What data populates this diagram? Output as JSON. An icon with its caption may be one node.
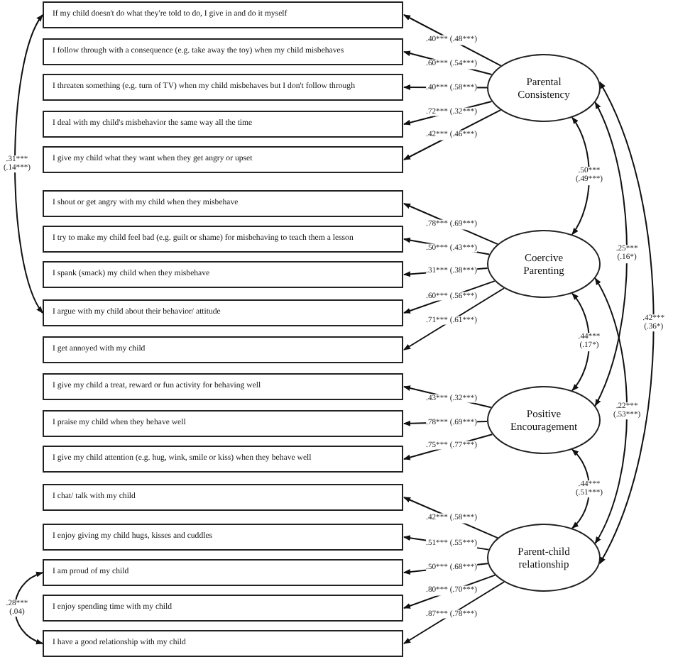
{
  "diagram": {
    "nodes": [
      {
        "text": [
          "If my child doesn't do what they're told to do, I give in and do it myself"
        ]
      },
      {
        "text": [
          "I follow through with a consequence (e.g. take away the toy) when my child misbehaves"
        ]
      },
      {
        "text": [
          "I threaten something (e.g. turn of TV) when my child misbehaves but I don't follow through"
        ]
      },
      {
        "text": [
          "I deal with my child's misbehavior the same way all the time"
        ]
      },
      {
        "text": [
          "I give my child what they want when they get angry or upset"
        ]
      },
      {
        "text": [
          "I shout or get angry with my child when they misbehave"
        ]
      },
      {
        "text": [
          "I try to make my child feel bad (e.g. guilt or shame) for misbehaving to teach them a lesson"
        ]
      },
      {
        "text": [
          "I spank (smack) my child when they misbehave"
        ]
      },
      {
        "text": [
          "I argue with my child about their behavior/ attitude"
        ]
      },
      {
        "text": [
          "I get annoyed with my child"
        ]
      },
      {
        "text": [
          "I give my child a treat, reward or fun activity for behaving well"
        ]
      },
      {
        "text": [
          "I praise my child when they behave well"
        ]
      },
      {
        "text": [
          "I give my child attention (e.g. hug, wink, smile or kiss) when they behave well"
        ]
      },
      {
        "text": [
          "I chat/ talk with my child"
        ]
      },
      {
        "text": [
          "I enjoy giving my child hugs, kisses and cuddles"
        ]
      },
      {
        "text": [
          "I am proud of my child"
        ]
      },
      {
        "text": [
          "I enjoy spending time with my child"
        ]
      },
      {
        "text": [
          "I have a good relationship with my child"
        ]
      },
      {
        "text": [
          "Parental Consistency"
        ]
      },
      {
        "text": [
          "Coercive Parenting"
        ]
      },
      {
        "text": [
          "Positive Encouragement"
        ]
      },
      {
        "text": [
          "Parent-child relationship"
        ]
      }
    ],
    "edges": [
      {
        "from": 18,
        "to": 0,
        "arrow": "to",
        "label": ".40*** (.48***)"
      },
      {
        "from": 18,
        "to": 1,
        "arrow": "to",
        "label": ".60*** (.54***)"
      },
      {
        "from": 18,
        "to": 2,
        "arrow": "to",
        "label": ".40*** (.58***)"
      },
      {
        "from": 18,
        "to": 3,
        "arrow": "to",
        "label": ".72*** (.32***)"
      },
      {
        "from": 18,
        "to": 4,
        "arrow": "to",
        "label": ".42*** (.46***)"
      },
      {
        "from": 19,
        "to": 5,
        "arrow": "to",
        "label": ".78*** (.69***)"
      },
      {
        "from": 19,
        "to": 6,
        "arrow": "to",
        "label": ".50*** (.43***)"
      },
      {
        "from": 19,
        "to": 7,
        "arrow": "to",
        "label": ".31*** (.38***)"
      },
      {
        "from": 19,
        "to": 8,
        "arrow": "to",
        "label": ".60*** (.56***)"
      },
      {
        "from": 19,
        "to": 9,
        "arrow": "to",
        "label": ".71*** (.61***)"
      },
      {
        "from": 20,
        "to": 10,
        "arrow": "to",
        "label": ".43*** (.32***)"
      },
      {
        "from": 20,
        "to": 11,
        "arrow": "to",
        "label": ".78*** (.69***)"
      },
      {
        "from": 20,
        "to": 12,
        "arrow": "to",
        "label": ".75*** (.77***)"
      },
      {
        "from": 21,
        "to": 13,
        "arrow": "to",
        "label": ".42*** (.58***)"
      },
      {
        "from": 21,
        "to": 14,
        "arrow": "to",
        "label": ".51*** (.55***)"
      },
      {
        "from": 21,
        "to": 15,
        "arrow": "to",
        "label": ".50*** (.68***)"
      },
      {
        "from": 21,
        "to": 16,
        "arrow": "to",
        "label": ".80*** (.70***)"
      },
      {
        "from": 21,
        "to": 17,
        "arrow": "to",
        "label": ".87*** (.78***)"
      },
      {
        "from": 18,
        "to": 19,
        "arrow": "both",
        "label": ".50*** (.49***)"
      },
      {
        "from": 19,
        "to": 20,
        "arrow": "both",
        "label": ".44*** (.17*)"
      },
      {
        "from": 20,
        "to": 21,
        "arrow": "both",
        "label": ".44*** (.51***)"
      },
      {
        "from": 18,
        "to": 20,
        "arrow": "both",
        "label": ".25*** (.16*)"
      },
      {
        "from": 19,
        "to": 21,
        "arrow": "both",
        "label": ".22*** (.53***)"
      },
      {
        "from": 18,
        "to": 21,
        "arrow": "both",
        "label": ".42*** (.36*)"
      },
      {
        "from": 0,
        "to": 8,
        "arrow": "both",
        "label": ".31*** (.14***)"
      },
      {
        "from": 15,
        "to": 17,
        "arrow": "both",
        "label": ".28*** (.04)"
      }
    ]
  }
}
